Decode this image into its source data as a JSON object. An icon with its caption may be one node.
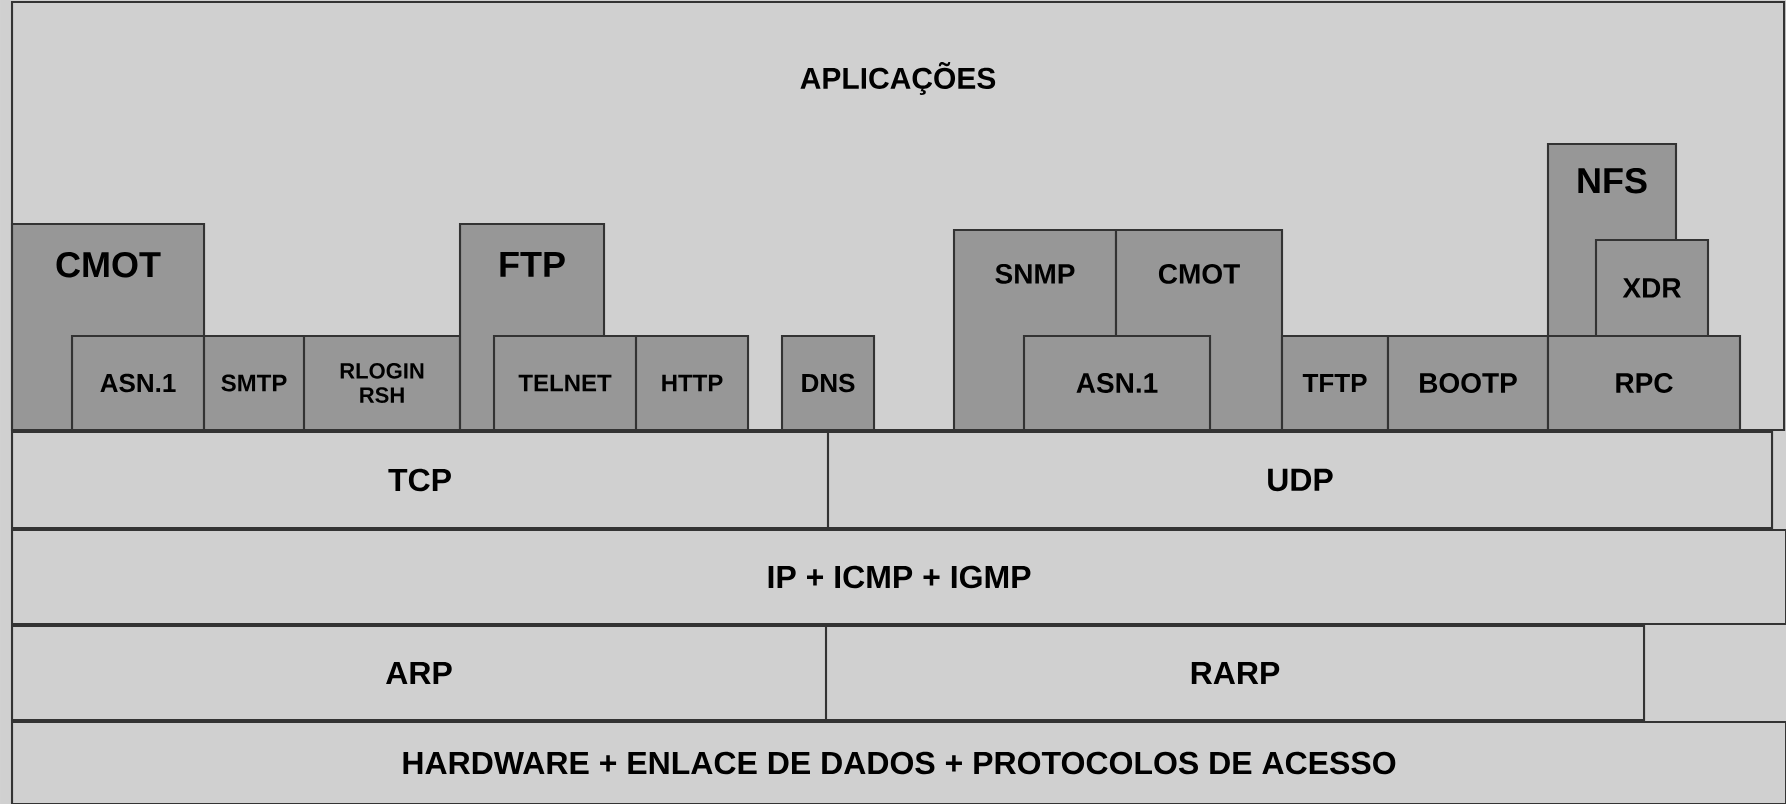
{
  "diagram": {
    "nodes": [
      {
        "text": [
          "APLICAÇÕES"
        ]
      },
      {
        "text": [
          "CMOT"
        ],
        "in": 0
      },
      {
        "text": [
          "ASN.1"
        ],
        "in": 1
      },
      {
        "text": [
          "SMTP"
        ],
        "in": 0
      },
      {
        "text": [
          "RLOGIN RSH"
        ],
        "in": 0
      },
      {
        "text": [
          "FTP"
        ],
        "in": 0
      },
      {
        "text": [
          "TELNET"
        ],
        "in": 0
      },
      {
        "text": [
          "HTTP"
        ],
        "in": 0
      },
      {
        "text": [
          "DNS"
        ],
        "in": 0
      },
      {
        "text": [
          "SNMP"
        ],
        "in": 0
      },
      {
        "text": [
          "CMOT"
        ],
        "in": 0
      },
      {
        "text": [
          "ASN.1"
        ],
        "in": 0
      },
      {
        "text": [
          "TFTP"
        ],
        "in": 0
      },
      {
        "text": [
          "BOOTP"
        ],
        "in": 0
      },
      {
        "text": [
          "NFS"
        ],
        "in": 0
      },
      {
        "text": [
          "XDR"
        ],
        "in": 0
      },
      {
        "text": [
          "RPC"
        ],
        "in": 0
      },
      {
        "text": [
          "TCP"
        ]
      },
      {
        "text": [
          "UDP"
        ]
      },
      {
        "text": [
          "IP + ICMP + IGMP"
        ]
      },
      {
        "text": [
          "ARP"
        ]
      },
      {
        "text": [
          "RARP"
        ]
      },
      {
        "text": [
          "HARDWARE + ENLACE DE DADOS + PROTOCOLOS DE ACESSO"
        ]
      }
    ],
    "edges": []
  }
}
